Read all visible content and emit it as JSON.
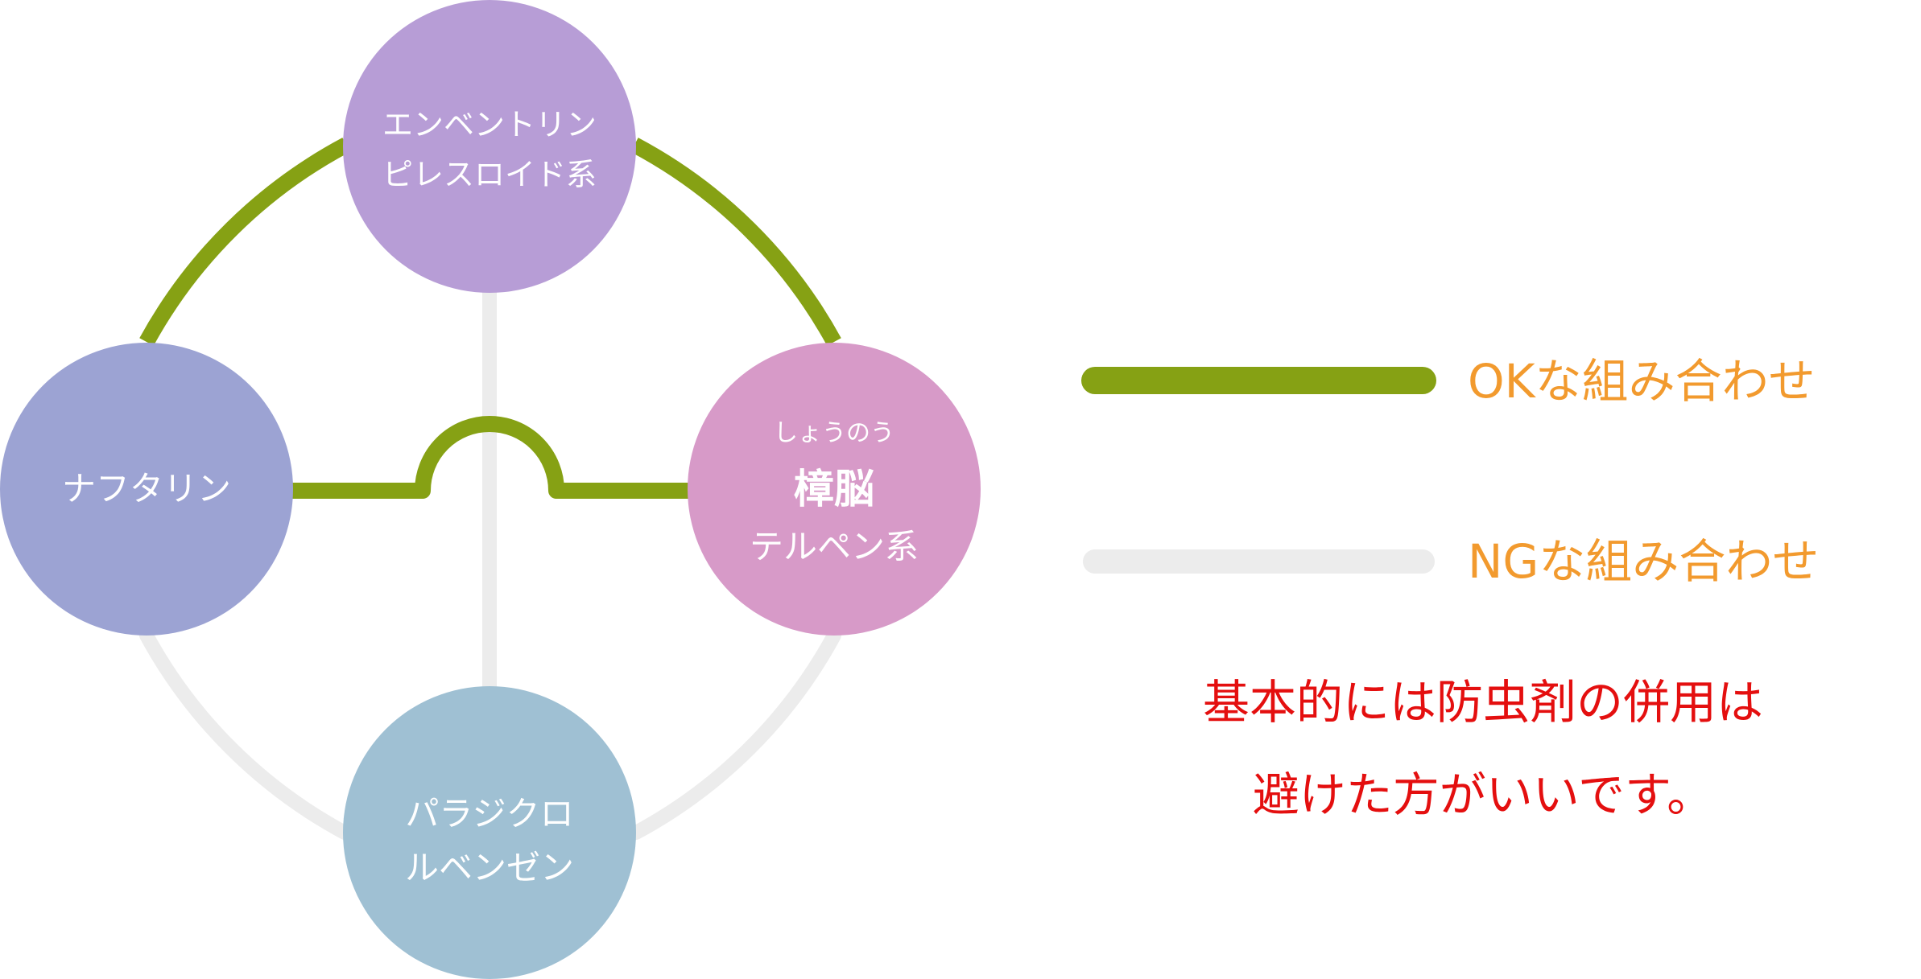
{
  "nodes": {
    "top": {
      "lines": [
        "エンベントリン",
        "ピレスロイド系"
      ],
      "color": "#b79dd6"
    },
    "left": {
      "lines": [
        "ナフタリン"
      ],
      "color": "#9ca3d3"
    },
    "right": {
      "ruby": "しょうのう",
      "main": "樟脳",
      "sub": "テルペン系",
      "color": "#d79ac8"
    },
    "bottom": {
      "lines": [
        "パラジクロ",
        "ルベンゼン"
      ],
      "color": "#9fc0d3"
    }
  },
  "legend": {
    "ok": {
      "label": "OKな組み合わせ",
      "color": "#86a114"
    },
    "ng": {
      "label": "NGな組み合わせ",
      "color": "#ececec"
    },
    "text_color": "#f29a2e"
  },
  "note": {
    "lines": [
      "基本的には防虫剤の併用は",
      "避けた方がいいです。"
    ],
    "color": "#e40f0f"
  }
}
